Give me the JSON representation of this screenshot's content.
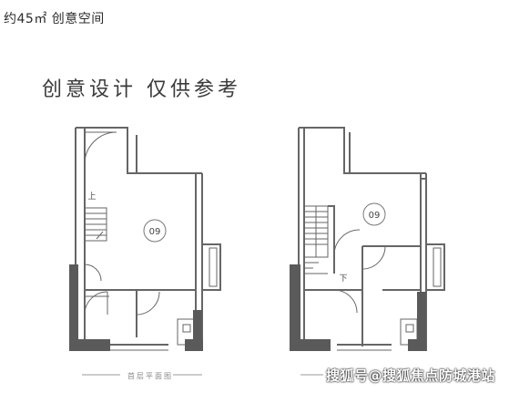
{
  "header": {
    "caption": "约45㎡ 创意空间"
  },
  "title": "创意设计 仅供参考",
  "plans": {
    "ground_floor": {
      "label": "首层平面图",
      "room_number": "09",
      "stair_label": "上"
    },
    "upper_floor": {
      "room_number": "09",
      "stair_label": "下"
    }
  },
  "watermark": "搜狐号@搜狐焦点防城港站",
  "colors": {
    "wall": "#555555",
    "line": "#777777",
    "text": "#333333"
  }
}
